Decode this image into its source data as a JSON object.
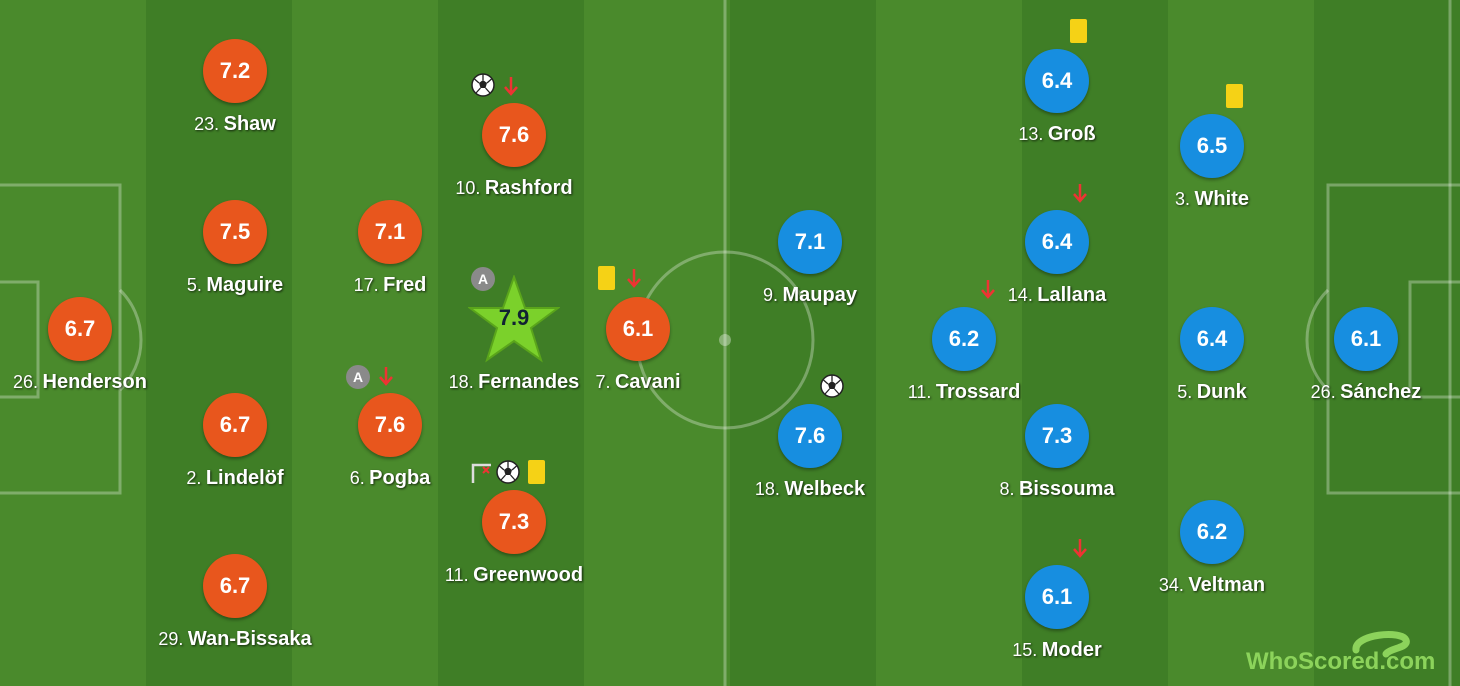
{
  "brand": {
    "name": "WhoScored.com"
  },
  "colors": {
    "home": "#e8561d",
    "away": "#178ee0",
    "motm_star": "#7bd12b",
    "pitch_light": "#4a8a2c",
    "pitch_dark": "#3e7d25",
    "card": "#f5d216",
    "brand": "#8cd35b"
  },
  "home_team": {
    "players": [
      {
        "number": "26.",
        "name": "Henderson",
        "rating": "6.7"
      },
      {
        "number": "23.",
        "name": "Shaw",
        "rating": "7.2"
      },
      {
        "number": "5.",
        "name": "Maguire",
        "rating": "7.5"
      },
      {
        "number": "2.",
        "name": "Lindelöf",
        "rating": "6.7"
      },
      {
        "number": "29.",
        "name": "Wan-Bissaka",
        "rating": "6.7"
      },
      {
        "number": "17.",
        "name": "Fred",
        "rating": "7.1"
      },
      {
        "number": "6.",
        "name": "Pogba",
        "rating": "7.6",
        "events": [
          "assist-icon",
          "sub-off-arrow-icon"
        ]
      },
      {
        "number": "10.",
        "name": "Rashford",
        "rating": "7.6",
        "events": [
          "goal-ball-icon",
          "sub-off-arrow-icon"
        ]
      },
      {
        "number": "18.",
        "name": "Fernandes",
        "rating": "7.9",
        "man_of_match": true,
        "events": [
          "assist-icon"
        ]
      },
      {
        "number": "11.",
        "name": "Greenwood",
        "rating": "7.3",
        "events": [
          "woodwork-icon",
          "goal-ball-icon",
          "yellow-card-icon"
        ]
      },
      {
        "number": "7.",
        "name": "Cavani",
        "rating": "6.1",
        "events": [
          "yellow-card-icon",
          "sub-off-arrow-icon"
        ]
      }
    ]
  },
  "away_team": {
    "players": [
      {
        "number": "9.",
        "name": "Maupay",
        "rating": "7.1"
      },
      {
        "number": "18.",
        "name": "Welbeck",
        "rating": "7.6",
        "events": [
          "goal-ball-icon"
        ]
      },
      {
        "number": "13.",
        "name": "Groß",
        "rating": "6.4",
        "events": [
          "yellow-card-icon"
        ]
      },
      {
        "number": "14.",
        "name": "Lallana",
        "rating": "6.4",
        "events": [
          "sub-off-arrow-icon"
        ]
      },
      {
        "number": "11.",
        "name": "Trossard",
        "rating": "6.2",
        "events": [
          "sub-off-arrow-icon"
        ]
      },
      {
        "number": "8.",
        "name": "Bissouma",
        "rating": "7.3"
      },
      {
        "number": "15.",
        "name": "Moder",
        "rating": "6.1",
        "events": [
          "sub-off-arrow-icon"
        ]
      },
      {
        "number": "3.",
        "name": "White",
        "rating": "6.5",
        "events": [
          "yellow-card-icon"
        ]
      },
      {
        "number": "5.",
        "name": "Dunk",
        "rating": "6.4"
      },
      {
        "number": "34.",
        "name": "Veltman",
        "rating": "6.2"
      },
      {
        "number": "26.",
        "name": "Sánchez",
        "rating": "6.1"
      }
    ]
  }
}
